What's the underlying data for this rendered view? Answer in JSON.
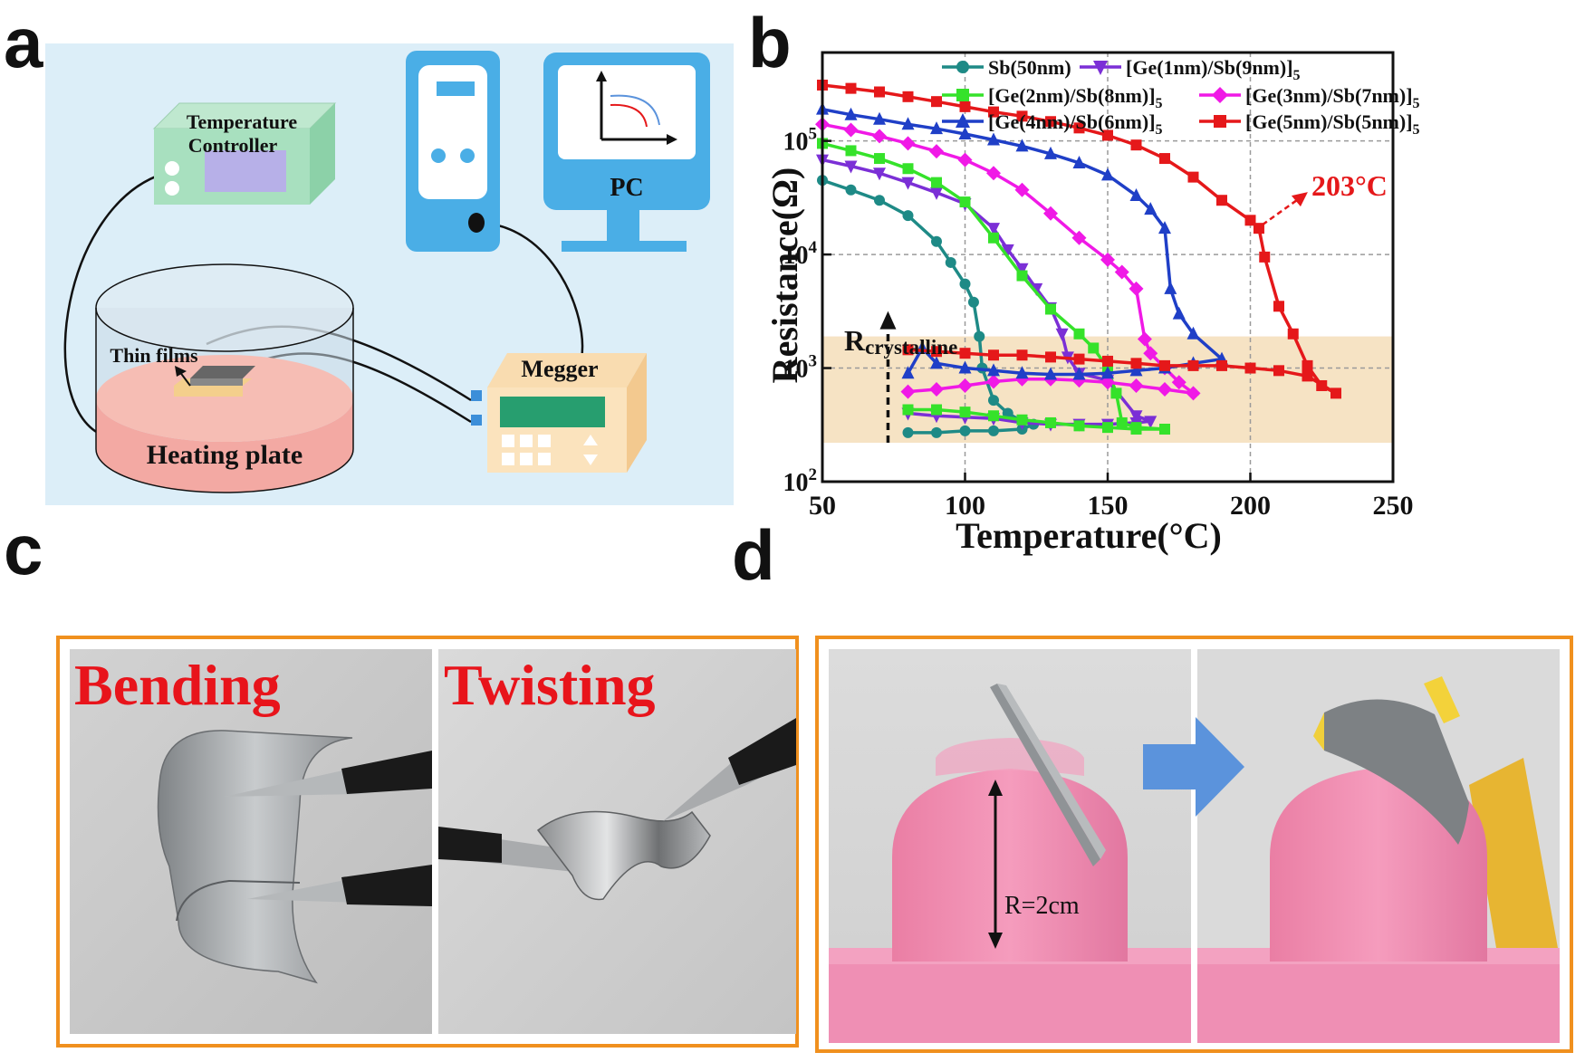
{
  "panels": {
    "a": "a",
    "b": "b",
    "c": "c",
    "d": "d"
  },
  "schematic": {
    "temperature_controller_line1": "Temperature",
    "temperature_controller_line2": "Controller",
    "thin_films": "Thin films",
    "heating_plate": "Heating plate",
    "megger": "Megger",
    "pc": "PC"
  },
  "chart_data": {
    "type": "line",
    "xlabel": "Temperature(°C)",
    "ylabel": "Resistance(Ω)",
    "xlim": [
      50,
      250
    ],
    "ylim": [
      100,
      600000
    ],
    "yscale": "log",
    "grid": true,
    "xticks": [
      "50",
      "100",
      "150",
      "200",
      "250"
    ],
    "yticks": [
      {
        "base": "10",
        "exp": "2"
      },
      {
        "base": "10",
        "exp": "3"
      },
      {
        "base": "10",
        "exp": "4"
      },
      {
        "base": "10",
        "exp": "5"
      }
    ],
    "legend_position": "top",
    "band": {
      "label_main": "R",
      "label_sub": "crystalline",
      "y_low": 220,
      "y_high": 1900,
      "color": "#f6e3c4"
    },
    "annotation": {
      "text": "203°C",
      "x": 203,
      "y": 17000
    },
    "series": [
      {
        "name": "Sb(50nm)",
        "subscript": "",
        "color": "#1e8a86",
        "marker": "circle",
        "x": [
          50,
          60,
          70,
          80,
          90,
          95,
          100,
          103,
          105,
          106,
          110,
          115,
          120,
          124,
          120,
          110,
          100,
          90,
          80
        ],
        "y": [
          45000,
          37000,
          30000,
          22000,
          13000,
          8500,
          5500,
          3800,
          1900,
          1000,
          520,
          400,
          340,
          320,
          290,
          280,
          280,
          270,
          270
        ]
      },
      {
        "name": "[Ge(1nm)/Sb(9nm)]",
        "subscript": "5",
        "color": "#7b2fd6",
        "marker": "triangle-down",
        "x": [
          50,
          60,
          70,
          80,
          90,
          100,
          110,
          115,
          120,
          125,
          130,
          134,
          136,
          140,
          150,
          160,
          165,
          160,
          150,
          140,
          130,
          120,
          110,
          100,
          90,
          80
        ],
        "y": [
          68000,
          60000,
          52000,
          43000,
          35000,
          28000,
          17000,
          11000,
          7500,
          5000,
          3400,
          2000,
          1250,
          900,
          780,
          380,
          340,
          330,
          320,
          320,
          320,
          330,
          360,
          370,
          380,
          400
        ]
      },
      {
        "name": "[Ge(2nm)/Sb(8nm)]",
        "subscript": "5",
        "color": "#35e22a",
        "marker": "square",
        "x": [
          50,
          60,
          70,
          80,
          90,
          100,
          110,
          120,
          130,
          140,
          145,
          150,
          153,
          155,
          160,
          170,
          160,
          150,
          140,
          130,
          120,
          110,
          100,
          90,
          80
        ],
        "y": [
          95000,
          82000,
          70000,
          57000,
          43000,
          29000,
          14000,
          6500,
          3300,
          2000,
          1500,
          1000,
          600,
          330,
          300,
          290,
          290,
          300,
          310,
          330,
          350,
          380,
          410,
          430,
          430
        ]
      },
      {
        "name": "[Ge(3nm)/Sb(7nm)]",
        "subscript": "5",
        "color": "#f019e6",
        "marker": "diamond",
        "x": [
          50,
          60,
          70,
          80,
          90,
          100,
          110,
          120,
          130,
          140,
          150,
          155,
          160,
          163,
          165,
          170,
          175,
          180,
          170,
          160,
          150,
          140,
          130,
          120,
          110,
          100,
          90,
          80
        ],
        "y": [
          140000,
          125000,
          110000,
          95000,
          81000,
          68000,
          52000,
          37000,
          23000,
          14000,
          9000,
          7000,
          5000,
          1800,
          1350,
          1000,
          750,
          600,
          650,
          700,
          750,
          780,
          800,
          800,
          760,
          700,
          650,
          620
        ]
      },
      {
        "name": "[Ge(4nm)/Sb(6nm)]",
        "subscript": "5",
        "color": "#1f3fc7",
        "marker": "triangle",
        "x": [
          50,
          60,
          70,
          80,
          90,
          100,
          110,
          120,
          130,
          140,
          150,
          160,
          165,
          170,
          172,
          175,
          180,
          190,
          180,
          170,
          160,
          150,
          140,
          130,
          120,
          110,
          100,
          90,
          85,
          80
        ],
        "y": [
          190000,
          170000,
          155000,
          140000,
          128000,
          115000,
          102000,
          90000,
          77000,
          64000,
          50000,
          33000,
          25000,
          17000,
          5000,
          3000,
          2000,
          1200,
          1100,
          1000,
          950,
          900,
          880,
          880,
          900,
          950,
          1000,
          1100,
          1500,
          900
        ]
      },
      {
        "name": "[Ge(5nm)/Sb(5nm)]",
        "subscript": "5",
        "color": "#e5181a",
        "marker": "square",
        "x": [
          50,
          60,
          70,
          80,
          90,
          100,
          110,
          120,
          130,
          140,
          150,
          160,
          170,
          180,
          190,
          200,
          203,
          205,
          210,
          215,
          220,
          225,
          230,
          220,
          210,
          200,
          190,
          180,
          170,
          160,
          150,
          140,
          130,
          120,
          110,
          100,
          90,
          80
        ],
        "y": [
          310000,
          290000,
          270000,
          245000,
          222000,
          200000,
          180000,
          165000,
          148000,
          130000,
          112000,
          92000,
          70000,
          48000,
          30000,
          20000,
          17000,
          9500,
          3500,
          2000,
          1050,
          700,
          600,
          850,
          950,
          1000,
          1050,
          1050,
          1050,
          1100,
          1150,
          1200,
          1250,
          1300,
          1300,
          1350,
          1400,
          1450
        ]
      }
    ]
  },
  "photos": {
    "bending": "Bending",
    "twisting": "Twisting",
    "radius": "R=2cm"
  },
  "colors": {
    "frame": "#f0901e",
    "schematic_bg": "#dceef8",
    "arrow": "#5b93dc"
  }
}
